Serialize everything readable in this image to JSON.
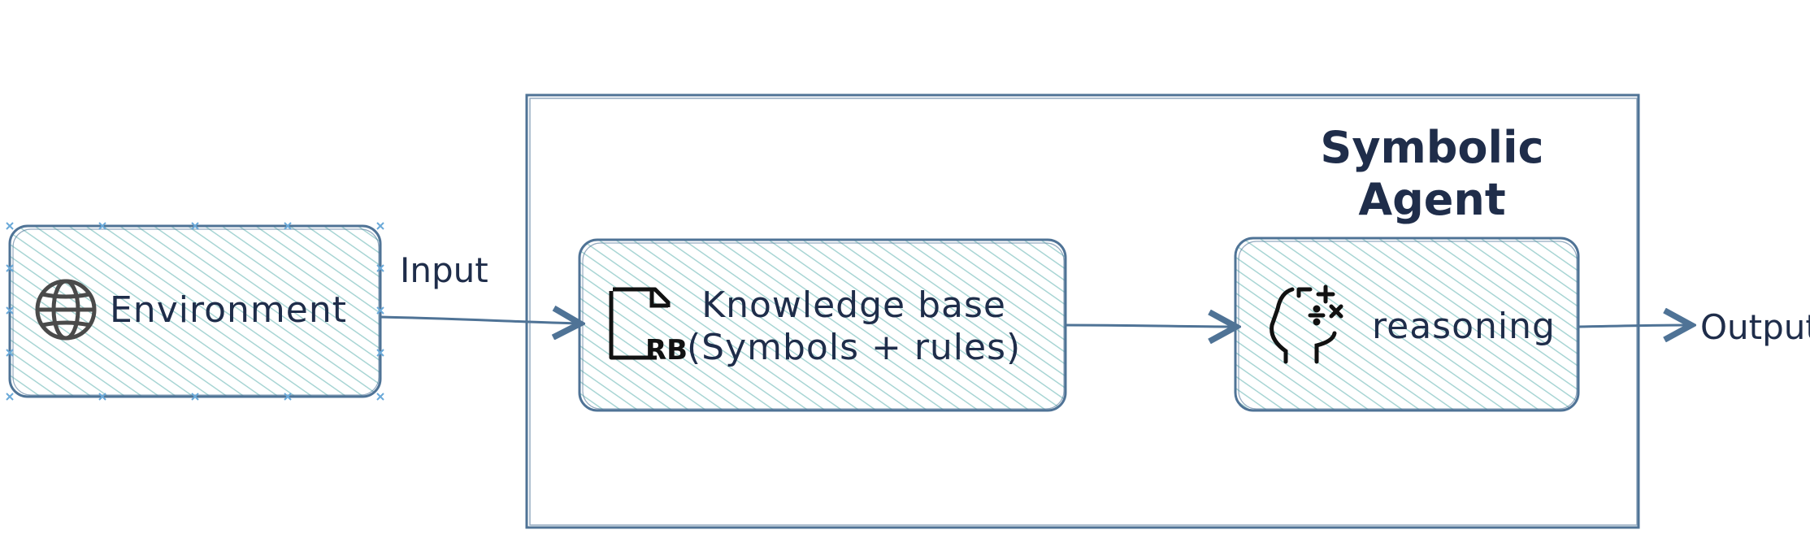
{
  "nodes": {
    "environment": {
      "label": "Environment",
      "icon": "globe-icon"
    },
    "knowledge_base": {
      "label": "Knowledge base\n(Symbols + rules)",
      "icon": "rule-based-file-icon",
      "icon_text": "RB"
    },
    "reasoning": {
      "label": "reasoning",
      "icon": "head-math-icon"
    }
  },
  "group": {
    "title": "Symbolic\nAgent"
  },
  "edges": {
    "input_label": "Input",
    "output_label": "Output"
  },
  "colors": {
    "stroke": "#4f7396",
    "fill": "#a8d5d4",
    "text": "#1f2d4a",
    "icon": "#4a4a4a"
  }
}
